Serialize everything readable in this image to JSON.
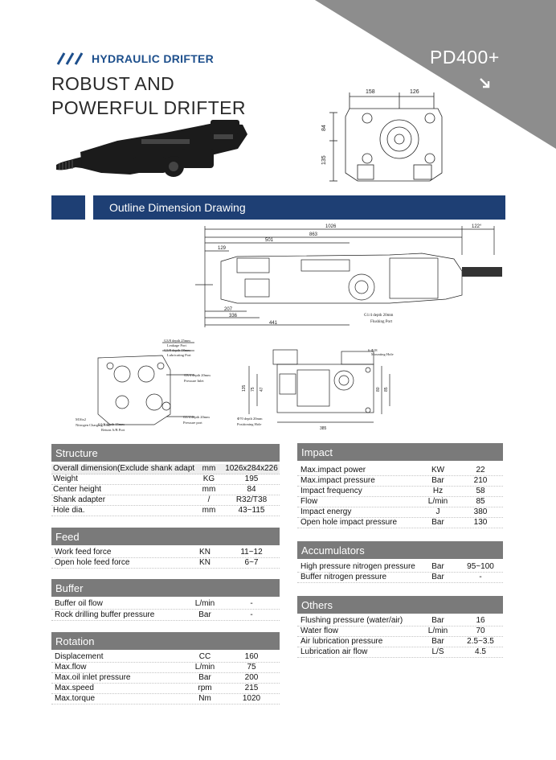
{
  "header": {
    "brand_label": "HYDRAULIC DRIFTER",
    "title_line1": "ROBUST AND",
    "title_line2": "POWERFUL DRIFTER",
    "model": "PD400+"
  },
  "banner": {
    "label": "Outline Dimension Drawing"
  },
  "drawing_labels": {
    "front_158": "158",
    "front_126": "126",
    "front_84": "84",
    "front_135": "135",
    "side_1026": "1026",
    "side_863": "863",
    "side_501": "501",
    "side_129": "129",
    "side_122": "122°",
    "side_207": "207",
    "side_336": "336",
    "side_441": "441",
    "port_g14_flush": "G1/4 depth 20mm",
    "port_flushing": "Flushing Port",
    "port_g38_leak": "G3/8 depth 25mm",
    "port_leakage": "Leakage Port",
    "port_g38_lube": "G3/8 depth 18mm",
    "port_lube": "Lubricating Port",
    "port_g34_pressure": "G3/4 depth 20mm",
    "port_pressure": "Pressure Inlet",
    "port_g14_press": "G1/4 depth 20mm",
    "port_press": "Pressure port",
    "port_g12": "G1/2 depth 15mm",
    "port_return": "Return A/B Port",
    "port_m16": "M16x2",
    "port_nitrogen": "Nitrogen Charging Port",
    "hole_6": "6-Φ18",
    "hole_mounting": "Mounting Hole",
    "hole_phi70": "Φ70 depth 20mm",
    "hole_positioning": "Positioning Hole",
    "bottom_385": "385",
    "bottom_135": "135",
    "bottom_75": "75",
    "bottom_47": "47",
    "bottom_80": "80",
    "bottom_85": "85"
  },
  "colors": {
    "navy": "#1e3f74",
    "section_gray": "#7a7a7a",
    "corner_gray": "#8d8d8d",
    "brand_blue": "#1d4f8c"
  },
  "structure": {
    "title": "Structure",
    "rows": [
      {
        "label": "Overall dimension(Exclude shank adapter)",
        "unit": "mm",
        "value": "1026x284x226"
      },
      {
        "label": "Weight",
        "unit": "KG",
        "value": "195"
      },
      {
        "label": "Center height",
        "unit": "mm",
        "value": "84"
      },
      {
        "label": "Shank adapter",
        "unit": "/",
        "value": "R32/T38"
      },
      {
        "label": "Hole dia.",
        "unit": "mm",
        "value": "43~115"
      }
    ]
  },
  "feed": {
    "title": "Feed",
    "rows": [
      {
        "label": "Work feed force",
        "unit": "KN",
        "value": "11~12"
      },
      {
        "label": "Open hole feed force",
        "unit": "KN",
        "value": "6~7"
      }
    ]
  },
  "buffer": {
    "title": "Buffer",
    "rows": [
      {
        "label": "Buffer oil flow",
        "unit": "L/min",
        "value": "-"
      },
      {
        "label": "Rock drilling buffer pressure",
        "unit": "Bar",
        "value": "-"
      }
    ]
  },
  "rotation": {
    "title": "Rotation",
    "rows": [
      {
        "label": "Displacement",
        "unit": "CC",
        "value": "160"
      },
      {
        "label": "Max.flow",
        "unit": "L/min",
        "value": "75"
      },
      {
        "label": "Max.oil inlet pressure",
        "unit": "Bar",
        "value": "200"
      },
      {
        "label": "Max.speed",
        "unit": "rpm",
        "value": "215"
      },
      {
        "label": "Max.torque",
        "unit": "Nm",
        "value": "1020"
      }
    ]
  },
  "impact": {
    "title": "Impact",
    "rows": [
      {
        "label": "Max.impact power",
        "unit": "KW",
        "value": "22"
      },
      {
        "label": "Max.impact pressure",
        "unit": "Bar",
        "value": "210"
      },
      {
        "label": "Impact frequency",
        "unit": "Hz",
        "value": "58"
      },
      {
        "label": "Flow",
        "unit": "L/min",
        "value": "85"
      },
      {
        "label": "Impact energy",
        "unit": "J",
        "value": "380"
      },
      {
        "label": "Open hole impact pressure",
        "unit": "Bar",
        "value": "130"
      }
    ]
  },
  "accumulators": {
    "title": "Accumulators",
    "rows": [
      {
        "label": "High pressure nitrogen pressure",
        "unit": "Bar",
        "value": "95~100"
      },
      {
        "label": "Buffer nitrogen pressure",
        "unit": "Bar",
        "value": "-"
      }
    ]
  },
  "others": {
    "title": "Others",
    "rows": [
      {
        "label": "Flushing pressure (water/air)",
        "unit": "Bar",
        "value": "16"
      },
      {
        "label": "Water flow",
        "unit": "L/min",
        "value": "70"
      },
      {
        "label": "Air lubrication pressure",
        "unit": "Bar",
        "value": "2.5~3.5"
      },
      {
        "label": "Lubrication air flow",
        "unit": "L/S",
        "value": "4.5"
      }
    ]
  }
}
